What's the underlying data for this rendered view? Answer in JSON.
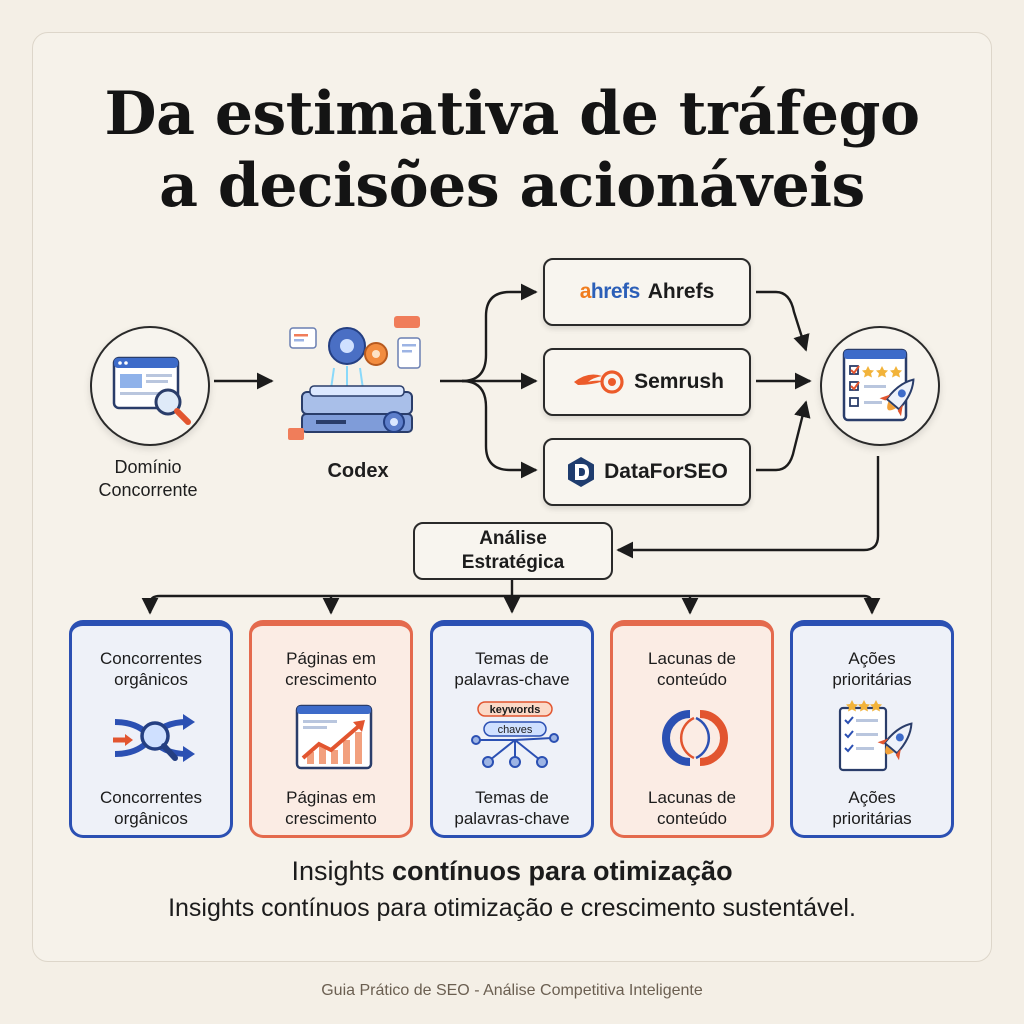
{
  "title": {
    "line1": "Da estimativa de tráfego",
    "line2": "a decisões acionáveis"
  },
  "nodes": {
    "domain": {
      "line1": "Domínio",
      "line2": "Concorrente",
      "icon": "browser-magnifier-icon"
    },
    "codex": {
      "label": "Codex",
      "icon": "server-gears-icon"
    },
    "output": {
      "icon": "checklist-rocket-icon"
    }
  },
  "tools": [
    {
      "logo": "ahrefs",
      "label": "Ahrefs"
    },
    {
      "logo": "semrush-logo-icon",
      "label": "Semrush"
    },
    {
      "logo": "dataforseo-logo-icon",
      "label": "DataForSEO"
    }
  ],
  "analysis": {
    "line1": "Análise",
    "line2": "Estratégica"
  },
  "cards": [
    {
      "top1": "Concorrentes",
      "top2": "orgânicos",
      "bottom1": "Concorrentes",
      "bottom2": "orgânicos",
      "icon": "crossing-arrows-magnifier-icon"
    },
    {
      "top1": "Páginas em",
      "top2": "crescimento",
      "bottom1": "Páginas em",
      "bottom2": "crescimento",
      "icon": "growth-chart-icon"
    },
    {
      "top1": "Temas de",
      "top2": "palavras-chave",
      "bottom1": "Temas de",
      "bottom2": "palavras-chave",
      "icon": "keyword-network-icon",
      "tag1": "keywords",
      "tag2": "chaves"
    },
    {
      "top1": "Lacunas de",
      "top2": "conteúdo",
      "bottom1": "Lacunas de",
      "bottom2": "conteúdo",
      "icon": "overlap-circles-icon"
    },
    {
      "top1": "Ações",
      "top2": "prioritárias",
      "bottom1": "Ações",
      "bottom2": "prioritárias",
      "icon": "checklist-rocket-icon"
    }
  ],
  "insight": {
    "plain": "Insights ",
    "bold": "contínuos para otimização",
    "line2": "Insights contínuos para otimização e crescimento sustentável."
  },
  "footer": "Guia Prático de SEO - Análise Competitiva Inteligente",
  "colors": {
    "background": "#f4efe6",
    "blue": "#2b50b3",
    "red": "#e46a4d",
    "ahrefs_orange": "#f07c1e",
    "ahrefs_blue": "#2c5fb8",
    "semrush_orange": "#ec5b2a",
    "dataforseo_navy": "#1f3c6e"
  }
}
